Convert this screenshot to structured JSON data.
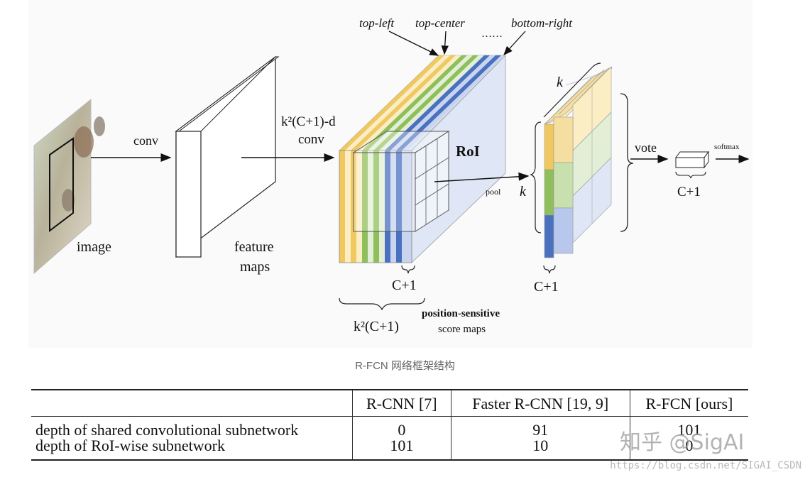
{
  "figure": {
    "labels": {
      "image": "image",
      "conv": "conv",
      "feature_maps_line1": "feature",
      "feature_maps_line2": "maps",
      "k2_conv_line1": "k²(C+1)-d",
      "k2_conv_line2": "conv",
      "top_left": "top-left",
      "top_center": "top-center",
      "dots": "……",
      "bottom_right": "bottom-right",
      "roi": "RoI",
      "pool": "pool",
      "k_side": "k",
      "k_top": "k",
      "vote": "vote",
      "softmax": "softmax",
      "c1_under_maps": "C+1",
      "c1_under_grid": "C+1",
      "c1_under_vector": "C+1",
      "k2c1": "k²(C+1)",
      "ps_line1": "position-sensitive",
      "ps_line2": "score maps"
    },
    "colors": {
      "yellow": "#f0c860",
      "green": "#8fbf5a",
      "blue": "#4a70c0",
      "pale_blue": "#dfe6f5",
      "pale_yellow": "#fbeec4",
      "pale_green": "#e2efd6"
    },
    "caption": "R-FCN 网络框架结构"
  },
  "table": {
    "columns": [
      "R-CNN [7]",
      "Faster R-CNN [19, 9]",
      "R-FCN [ours]"
    ],
    "rows": [
      {
        "label": "depth of shared convolutional subnetwork",
        "values": [
          "0",
          "91",
          "101"
        ]
      },
      {
        "label": "depth of RoI-wise subnetwork",
        "values": [
          "101",
          "10",
          "0"
        ]
      }
    ]
  },
  "watermarks": {
    "zhihu": "知乎 @SigAI",
    "url": "https://blog.csdn.net/SIGAI_CSDN"
  }
}
